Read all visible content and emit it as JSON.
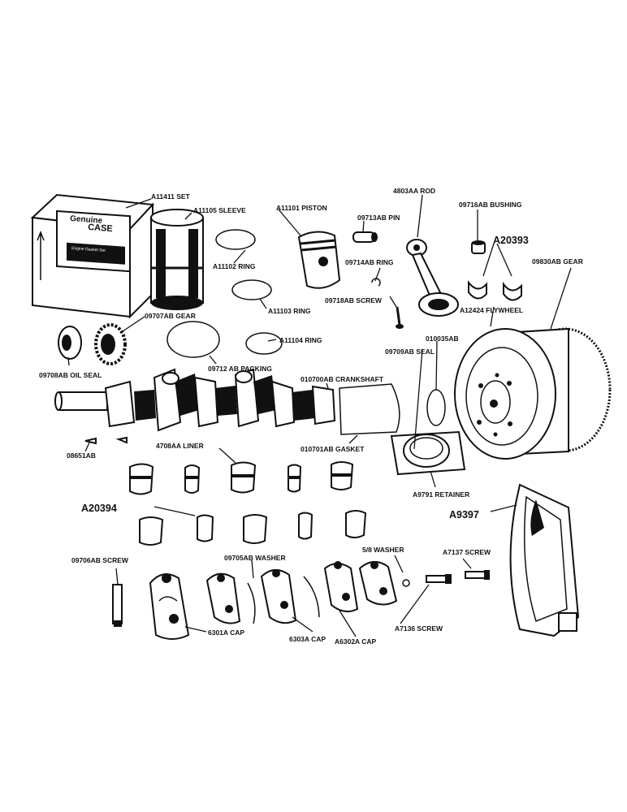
{
  "box": {
    "line1": "Genuine",
    "line2": "CASE",
    "line3": "Engine Gasket Set"
  },
  "labels": {
    "set": "A11411 SET",
    "sleeve": "A11105 SLEEVE",
    "piston": "A11101 PISTON",
    "rod": "4803AA ROD",
    "bushing": "09716AB BUSHING",
    "a20393": "A20393",
    "gear_large": "09830AB GEAR",
    "pin": "09713AB PIN",
    "ring_a11102": "A11102 RING",
    "ring_09714": "09714AB RING",
    "screw_09718": "09718AB SCREW",
    "ring_a11103": "A11103 RING",
    "flywheel": "A12424 FLYWHEEL",
    "gear_09707": "09707AB GEAR",
    "ring_a11104": "A11104 RING",
    "seal_010035": "010035AB",
    "oil_seal": "09708AB OIL SEAL",
    "packing": "09712 AB PACKING",
    "seal_09709": "09709AB SEAL",
    "crankshaft": "010700AB CRANKSHAFT",
    "key": "08651AB",
    "liner": "4708AA LINER",
    "gasket": "010701AB GASKET",
    "retainer": "A9791 RETAINER",
    "a20394": "A20394",
    "a9397": "A9397",
    "screw_09706": "09706AB SCREW",
    "washer_09705": "09705AB WASHER",
    "washer_small": "5/8 WASHER",
    "screw_a7137": "A7137 SCREW",
    "cap_6301": "6301A CAP",
    "cap_6303": "6303A CAP",
    "cap_a6302": "A6302A CAP",
    "screw_a7136": "A7136 SCREW"
  }
}
